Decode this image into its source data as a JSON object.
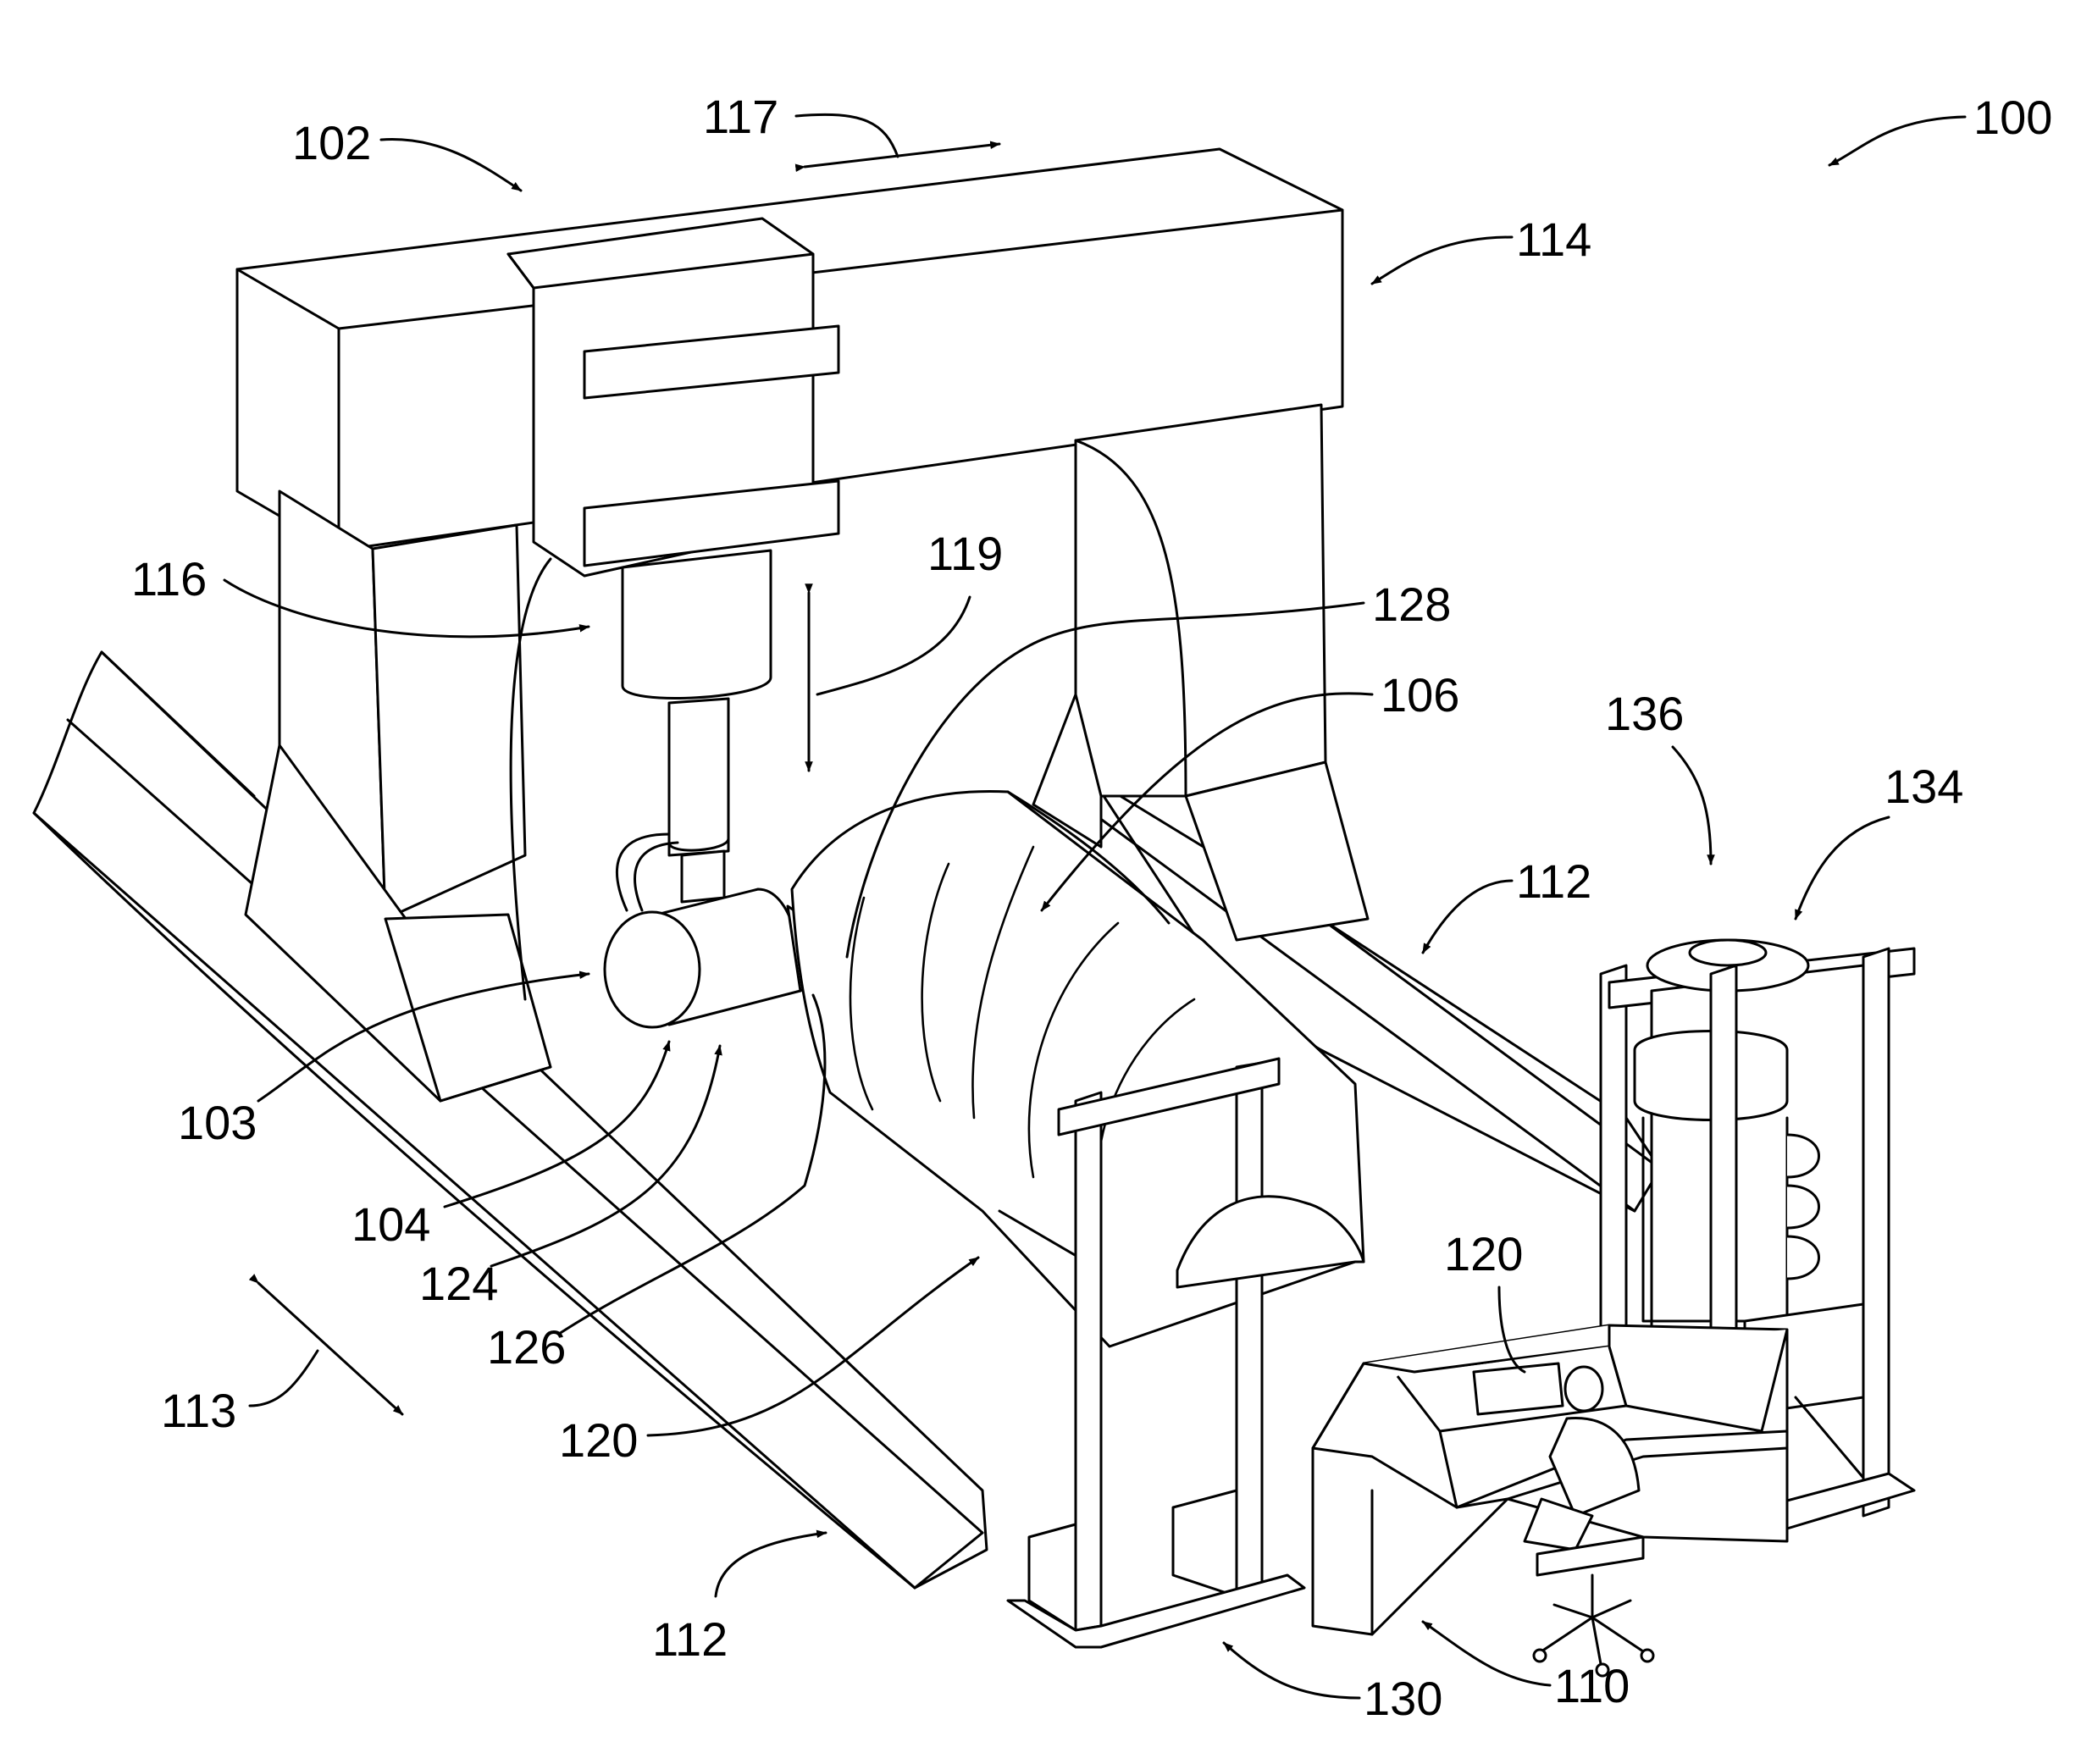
{
  "labels": {
    "l100": "100",
    "l102": "102",
    "l103": "103",
    "l104": "104",
    "l106": "106",
    "l110": "110",
    "l112a": "112",
    "l112b": "112",
    "l113": "113",
    "l114": "114",
    "l116": "116",
    "l117": "117",
    "l119": "119",
    "l120a": "120",
    "l120b": "120",
    "l124": "124",
    "l126": "126",
    "l128": "128",
    "l130": "130",
    "l134": "134",
    "l136": "136"
  },
  "colors": {
    "ink": "#000000",
    "paper": "#ffffff"
  }
}
